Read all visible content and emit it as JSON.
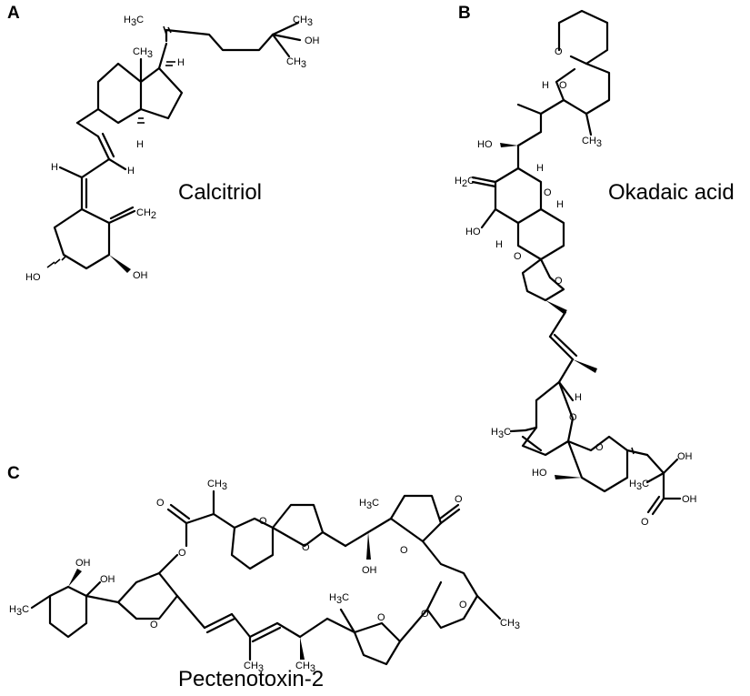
{
  "panels": {
    "a": {
      "letter": "A",
      "name": "Calcitriol"
    },
    "b": {
      "letter": "B",
      "name": "Okadaic acid"
    },
    "c": {
      "letter": "C",
      "name": "Pectenotoxin-2"
    }
  },
  "atoms": {
    "ch3": "CH",
    "three": "3",
    "h3c_h": "H",
    "h3c_c": "C",
    "oh": "OH",
    "ho": "HO",
    "h": "H",
    "ch2": "CH",
    "two": "2",
    "o": "O",
    "h2c_h": "H",
    "h2c_c": "C"
  }
}
